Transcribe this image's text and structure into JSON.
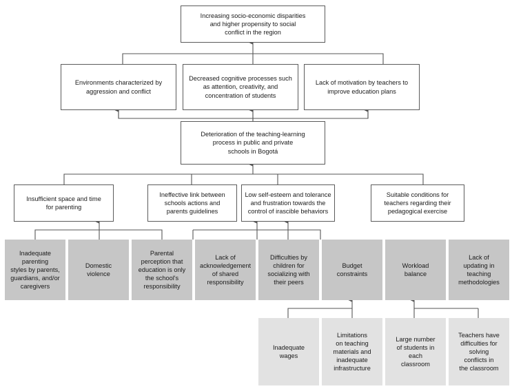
{
  "diagram": {
    "title": "Problem tree: deterioration of the teaching-learning process in Bogota schools",
    "colors": {
      "box_border": "#5a5a5a",
      "box_fill_white": "#ffffff",
      "box_fill_gray": "#c6c6c6",
      "box_fill_light_gray": "#e2e2e2",
      "connector": "#555555",
      "text": "#1a1a1a"
    },
    "levels": [
      {
        "name": "effects-top",
        "style": "white",
        "nodes": [
          {
            "id": "n1",
            "text": "Increasing socio-economic disparities\nand higher propensity to social\nconflict in the region"
          }
        ]
      },
      {
        "name": "effects-secondary",
        "style": "white",
        "nodes": [
          {
            "id": "n2",
            "text": "Environments characterized by\naggression and conflict"
          },
          {
            "id": "n3",
            "text": "Decreased cognitive processes such\nas attention, creativity, and\nconcentration of students"
          },
          {
            "id": "n4",
            "text": "Lack of motivation by teachers to\nimprove education plans"
          }
        ]
      },
      {
        "name": "core-problem",
        "style": "white",
        "nodes": [
          {
            "id": "n5",
            "text": "Deterioration of the teaching-learning\nprocess in public and private\nschools in Bogotá"
          }
        ]
      },
      {
        "name": "causes-primary",
        "style": "white",
        "nodes": [
          {
            "id": "n6",
            "text": "Insufficient space and time\nfor parenting"
          },
          {
            "id": "n7",
            "text": "Ineffective link between\nschools actions and\nparents guidelines"
          },
          {
            "id": "n8",
            "text": "Low self-esteem and tolerance\nand frustration towards the\ncontrol of irascible behaviors"
          },
          {
            "id": "n9",
            "text": "Suitable conditions for\nteachers regarding their\npedagogical exercise"
          }
        ]
      },
      {
        "name": "causes-secondary",
        "style": "gray",
        "nodes": [
          {
            "id": "n10",
            "text": "Inadequate\nparenting\nstyles by parents,\nguardians, and/or\ncaregivers"
          },
          {
            "id": "n11",
            "text": "Domestic\nviolence"
          },
          {
            "id": "n12",
            "text": "Parental\nperception that\neducation is only\nthe school's\nresponsibility"
          },
          {
            "id": "n13",
            "text": "Lack of\nacknowledgement\nof shared\nresponsibility"
          },
          {
            "id": "n14",
            "text": "Difficulties by\nchildren for\nsocializing with\ntheir peers"
          },
          {
            "id": "n15",
            "text": "Budget\nconstraints"
          },
          {
            "id": "n16",
            "text": "Workload\nbalance"
          },
          {
            "id": "n17",
            "text": "Lack of\nupdating in\nteaching\nmethodologies"
          }
        ]
      },
      {
        "name": "causes-tertiary",
        "style": "lightgray",
        "nodes": [
          {
            "id": "n18",
            "text": "Inadequate\nwages"
          },
          {
            "id": "n19",
            "text": "Limitations\non teaching\nmaterials and\ninadequate\ninfrastructure"
          },
          {
            "id": "n20",
            "text": "Large number\nof students in\neach\nclassroom"
          },
          {
            "id": "n21",
            "text": "Teachers have\ndifficulties for\nsolving\nconflicts in\nthe classroom"
          }
        ]
      }
    ]
  }
}
